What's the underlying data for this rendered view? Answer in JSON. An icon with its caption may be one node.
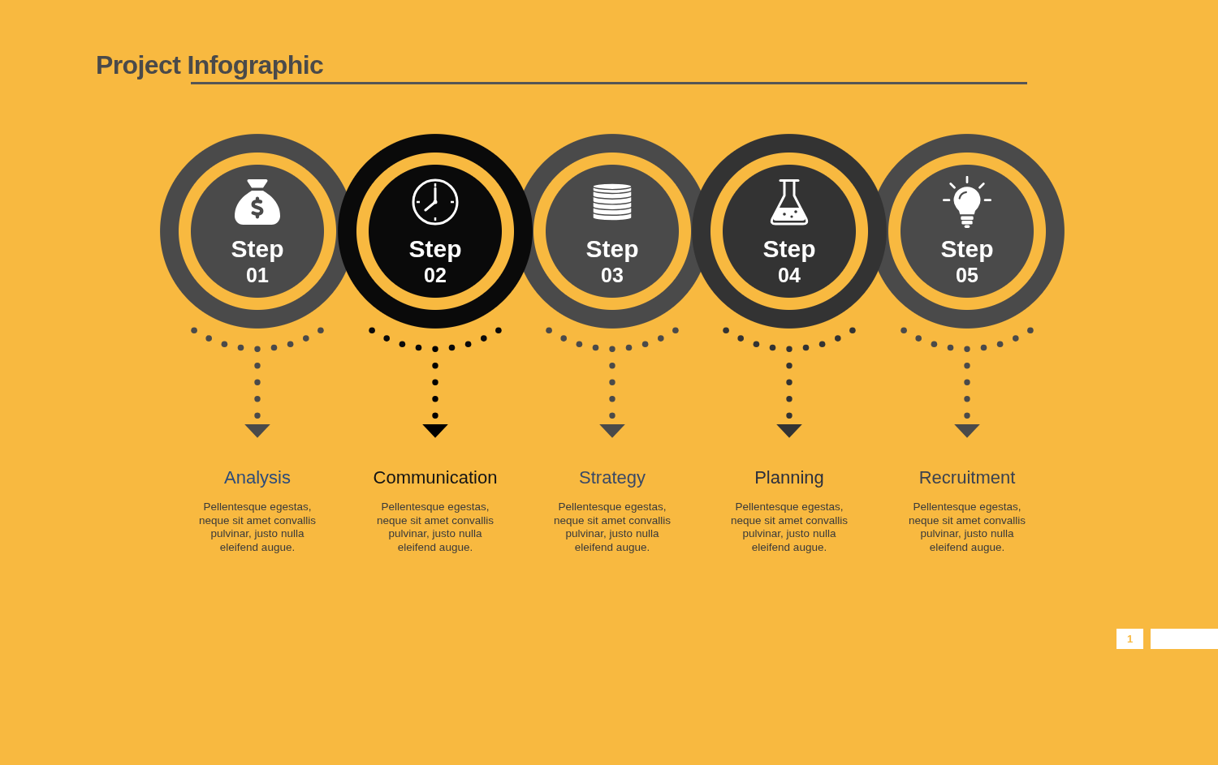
{
  "diagram": {
    "title": "Project Infographic",
    "nodes": [
      {
        "text": [
          "Step 01"
        ]
      },
      {
        "text": [
          "Step 02"
        ]
      },
      {
        "text": [
          "Step 03"
        ]
      },
      {
        "text": [
          "Step 04"
        ]
      },
      {
        "text": [
          "Step 05"
        ]
      },
      {
        "text": [
          "Analysis",
          "Pellentesque egestas, neque sit amet convallis pulvinar, justo nulla eleifend augue."
        ]
      },
      {
        "text": [
          "Communication",
          "Pellentesque egestas, neque sit amet convallis pulvinar, justo nulla eleifend augue."
        ]
      },
      {
        "text": [
          "Strategy",
          "Pellentesque egestas, neque sit amet convallis pulvinar, justo nulla eleifend augue."
        ]
      },
      {
        "text": [
          "Planning",
          "Pellentesque egestas, neque sit amet convallis pulvinar, justo nulla eleifend augue."
        ]
      },
      {
        "text": [
          "Recruitment",
          "Pellentesque egestas, neque sit amet convallis pulvinar, justo nulla eleifend augue."
        ]
      }
    ],
    "edges": [
      {
        "from": 0,
        "to": 5,
        "arrow": "to",
        "style": "dashed"
      },
      {
        "from": 1,
        "to": 6,
        "arrow": "to",
        "style": "dashed",
        "color": "#000000"
      },
      {
        "from": 2,
        "to": 7,
        "arrow": "to",
        "style": "dashed"
      },
      {
        "from": 3,
        "to": 8,
        "arrow": "to",
        "style": "dashed",
        "color": "#333333"
      },
      {
        "from": 4,
        "to": 9,
        "arrow": "to",
        "style": "dashed"
      }
    ],
    "labels": [
      "1"
    ]
  }
}
